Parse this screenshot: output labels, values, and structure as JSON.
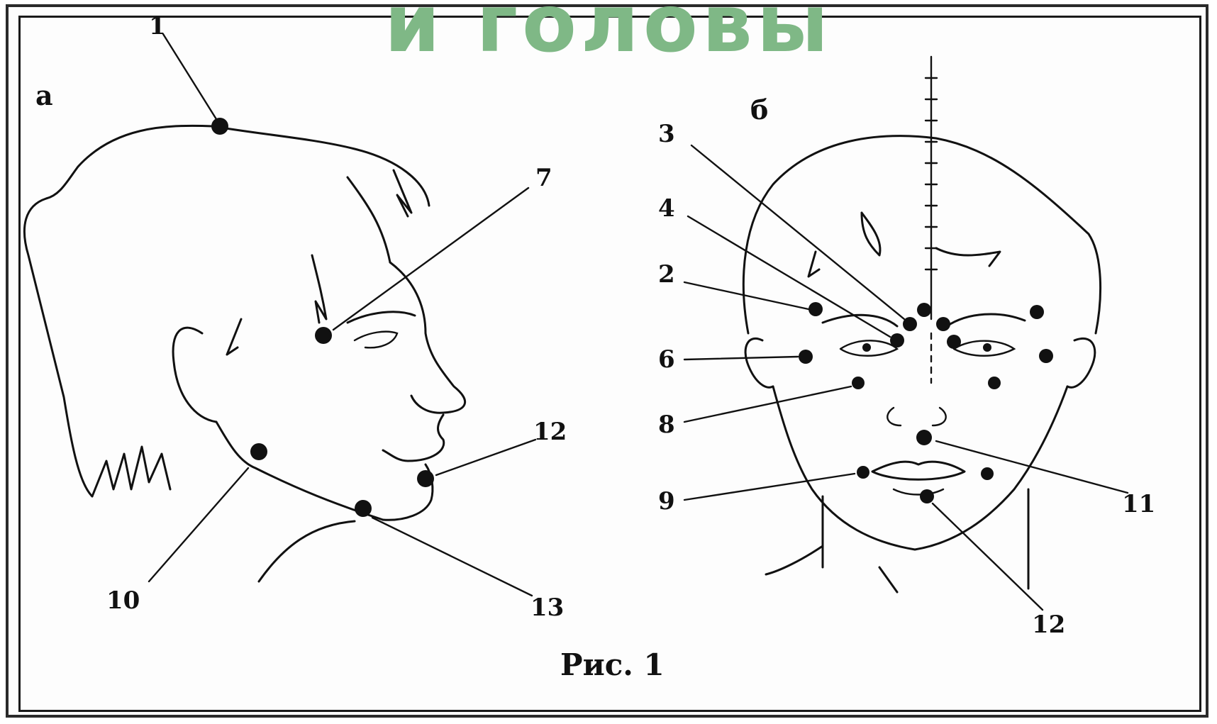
{
  "heading": "и головы",
  "panel_a_label": "а",
  "panel_b_label": "б",
  "caption": "Рис. 1",
  "colors": {
    "heading": "#7fb886",
    "ink": "#111111"
  },
  "labels_a": [
    "1",
    "7",
    "12",
    "10",
    "13"
  ],
  "labels_b": [
    "3",
    "4",
    "2",
    "6",
    "8",
    "9",
    "11",
    "12"
  ]
}
